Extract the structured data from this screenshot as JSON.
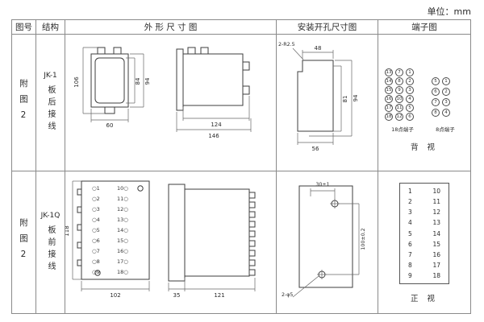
{
  "unit_label": "单位：mm",
  "headers": {
    "fig_no": "图号",
    "structure": "结构",
    "outline": "外 形 尺 寸 图",
    "install": "安装开孔尺寸图",
    "terminal": "端子图"
  },
  "row1": {
    "fig_no": "附图2",
    "model": "JK-1",
    "wiring": "板后接线",
    "outline": {
      "d106": "106",
      "d84": "84",
      "d94": "94",
      "d60": "60",
      "d124": "124",
      "d146": "146"
    },
    "install": {
      "radius": "2-R2.5",
      "d48": "48",
      "d81": "81",
      "d94": "94",
      "d56": "56"
    },
    "terminal": {
      "grid18": [
        [
          "13",
          "7",
          "1"
        ],
        [
          "14",
          "8",
          "2"
        ],
        [
          "15",
          "9",
          "3"
        ],
        [
          "16",
          "10",
          "4"
        ],
        [
          "17",
          "11",
          "5"
        ],
        [
          "18",
          "12",
          "6"
        ]
      ],
      "grid8": [
        [
          "5",
          "1"
        ],
        [
          "6",
          "2"
        ],
        [
          "7",
          "3"
        ],
        [
          "8",
          "4"
        ]
      ],
      "label18": "18点端子",
      "label8": "8点端子",
      "view": "背 视"
    }
  },
  "row2": {
    "fig_no": "附图2",
    "model": "JK-1Q",
    "wiring": "板前接线",
    "outline": {
      "d118": "118",
      "d102": "102",
      "d35": "35",
      "d121": "121",
      "pins_left": [
        "○1",
        "○2",
        "○3",
        "○4",
        "○5",
        "○6",
        "○7",
        "○8",
        "○9"
      ],
      "pins_right": [
        "10○",
        "11○",
        "12○",
        "13○",
        "14○",
        "15○",
        "16○",
        "17○",
        "18○"
      ]
    },
    "install": {
      "d30": "30±1",
      "d100": "100±0.2",
      "holes": "2-φ5"
    },
    "terminal": {
      "left": [
        "1",
        "2",
        "3",
        "4",
        "5",
        "6",
        "7",
        "8",
        "9"
      ],
      "right": [
        "10",
        "11",
        "12",
        "13",
        "14",
        "15",
        "16",
        "17",
        "18"
      ],
      "view": "正 视"
    }
  }
}
